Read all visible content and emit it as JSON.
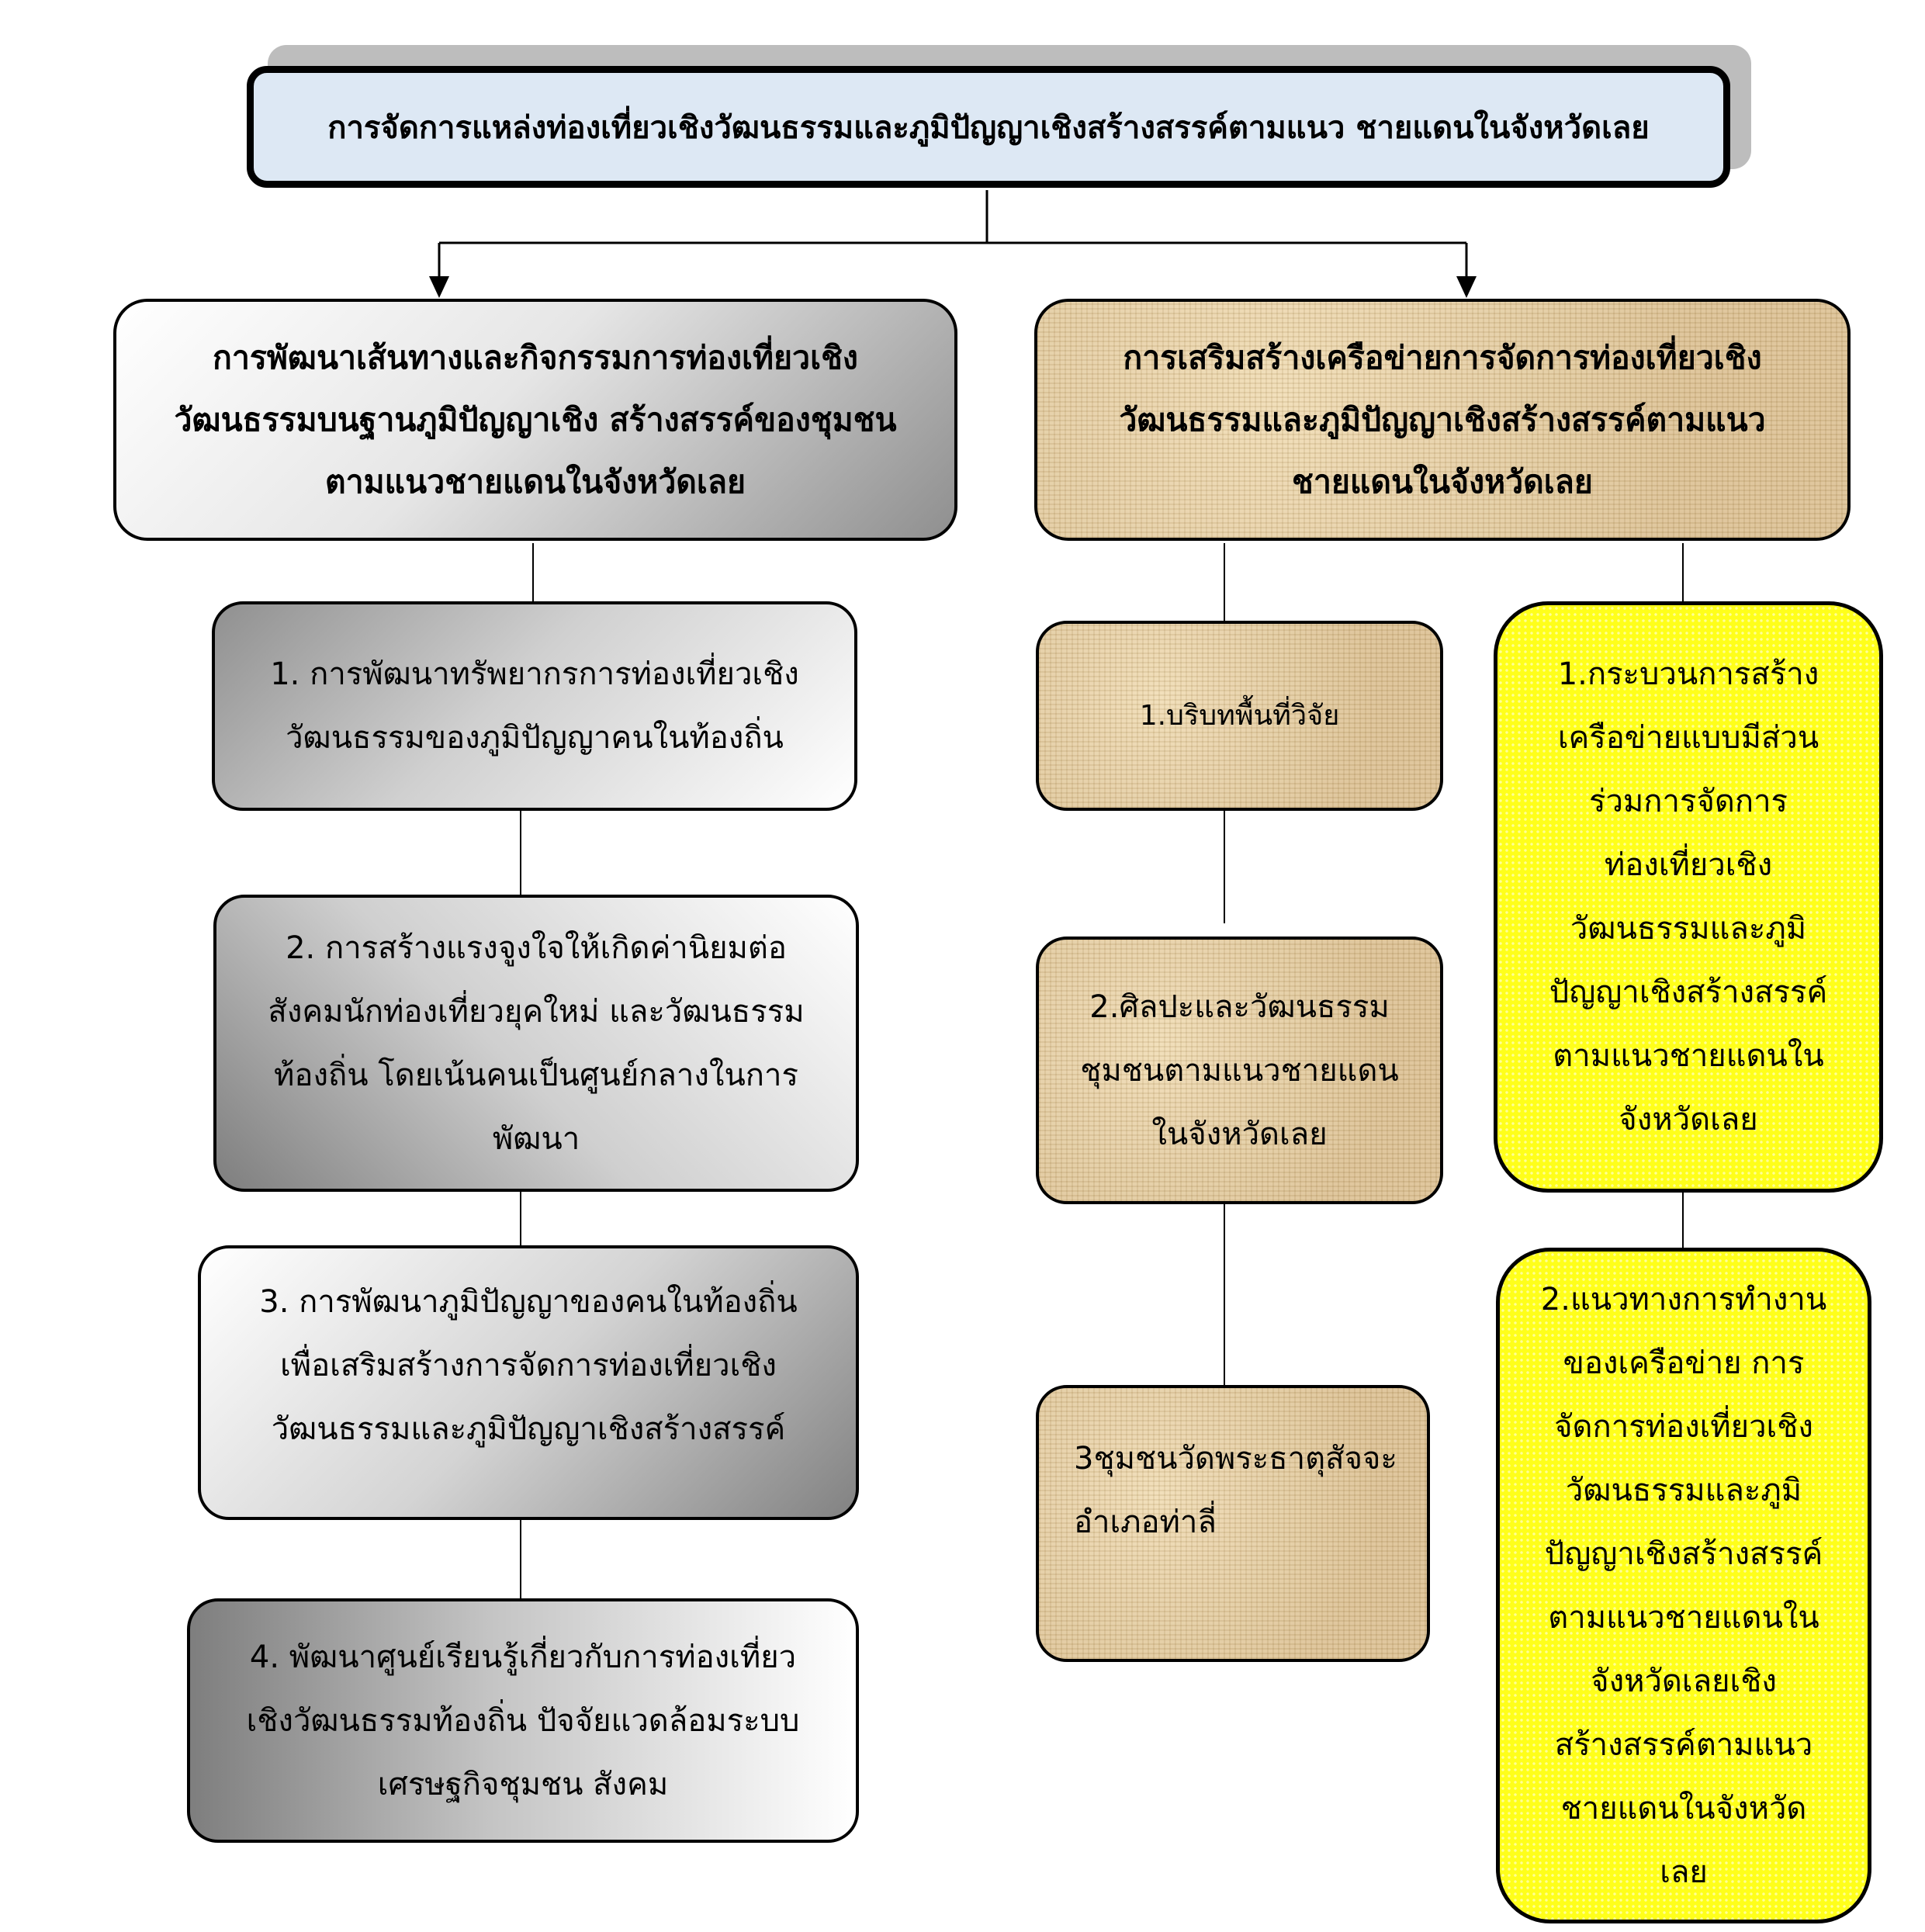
{
  "title": "การจัดการแหล่งท่องเที่ยวเชิงวัฒนธรรมและภูมิปัญญาเชิงสร้างสรรค์ตามแนว ชายแดนในจังหวัดเลย",
  "left_branch": {
    "header": [
      "การพัฒนาเส้นทางและกิจกรรมการท่องเที่ยวเชิง",
      "วัฒนธรรมบนฐานภูมิปัญญาเชิง สร้างสรรค์ของชุมชน",
      "ตามแนวชายแดนในจังหวัดเลย"
    ],
    "steps": [
      [
        "1. การพัฒนาทรัพยากรการท่องเที่ยวเชิง",
        "วัฒนธรรมของภูมิปัญญาคนในท้องถิ่น"
      ],
      [
        "2. การสร้างแรงจูงใจให้เกิดค่านิยมต่อ",
        "สังคมนักท่องเที่ยวยุคใหม่ และวัฒนธรรม",
        "ท้องถิ่น โดยเน้นคนเป็นศูนย์กลางในการ",
        "พัฒนา"
      ],
      [
        "3. การพัฒนาภูมิปัญญาของคนในท้องถิ่น",
        "เพื่อเสริมสร้างการจัดการท่องเที่ยวเชิง",
        "วัฒนธรรมและภูมิปัญญาเชิงสร้างสรรค์"
      ],
      [
        "4. พัฒนาศูนย์เรียนรู้เกี่ยวกับการท่องเที่ยว",
        "เชิงวัฒนธรรมท้องถิ่น ปัจจัยแวดล้อมระบบ",
        "เศรษฐกิจชุมชน สังคม"
      ]
    ]
  },
  "right_branch": {
    "header": [
      "การเสริมสร้างเครือข่ายการจัดการท่องเที่ยวเชิง",
      "วัฒนธรรมและภูมิปัญญาเชิงสร้างสรรค์ตามแนว",
      "ชายแดนในจังหวัดเลย"
    ],
    "context_steps": [
      [
        "1.บริบทพื้นที่วิจัย"
      ],
      [
        "2.ศิลปะและวัฒนธรรม",
        "ชุมชนตามแนวชายแดน",
        "ในจังหวัดเลย"
      ],
      [
        "3ชุมชนวัดพระธาตุสัจจะ",
        "อำเภอท่าลี่"
      ]
    ],
    "network_steps": [
      [
        "1.กระบวนการสร้าง",
        "เครือข่ายแบบมีส่วน",
        "ร่วมการจัดการ",
        "ท่องเที่ยวเชิง",
        "วัฒนธรรมและภูมิ",
        "ปัญญาเชิงสร้างสรรค์",
        "ตามแนวชายแดนใน",
        "จังหวัดเลย"
      ],
      [
        "2.แนวทางการทำงาน",
        "ของเครือข่าย การ",
        "จัดการท่องเที่ยวเชิง",
        "วัฒนธรรมและภูมิ",
        "ปัญญาเชิงสร้างสรรค์",
        "ตามแนวชายแดนใน",
        "จังหวัดเลยเชิง",
        "สร้างสรรค์ตามแนว",
        "ชายแดนในจังหวัด",
        "เลย"
      ]
    ]
  },
  "colors": {
    "title_fill": "#dde8f4",
    "parchment": "#e2c99a",
    "highlight": "#ffff1a",
    "outline": "#000000"
  }
}
